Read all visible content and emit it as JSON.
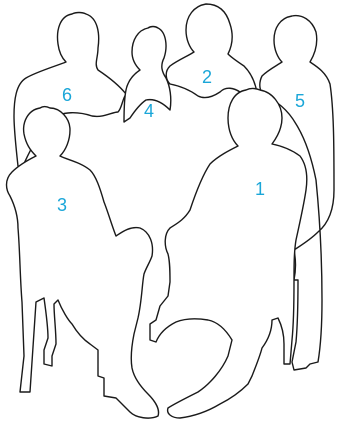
{
  "label_color": "#1aa6d8",
  "outline_color": "#1a1a1a",
  "figures": [
    {
      "id": "6",
      "label": "6"
    },
    {
      "id": "4",
      "label": "4"
    },
    {
      "id": "2",
      "label": "2"
    },
    {
      "id": "5",
      "label": "5"
    },
    {
      "id": "3",
      "label": "3"
    },
    {
      "id": "1",
      "label": "1"
    }
  ]
}
